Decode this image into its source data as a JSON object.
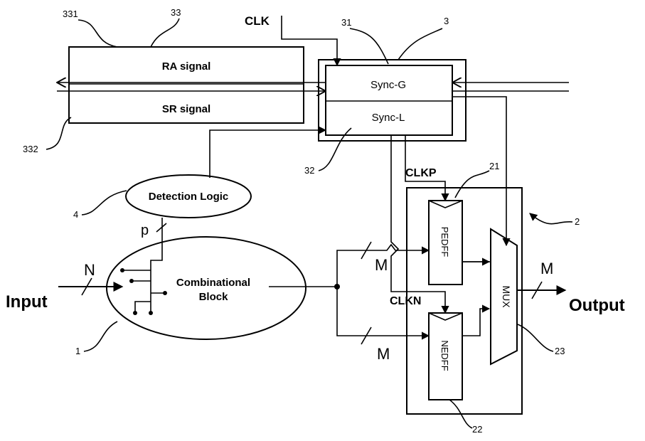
{
  "labels": {
    "clk": "CLK",
    "clkp": "CLKP",
    "clkn": "CLKN",
    "ra_signal": "RA signal",
    "sr_signal": "SR signal",
    "sync_g": "Sync-G",
    "sync_l": "Sync-L",
    "detection_logic": "Detection Logic",
    "combinational_block_1": "Combinational",
    "combinational_block_2": "Block",
    "input": "Input",
    "output": "Output",
    "n": "N",
    "p": "p",
    "m_top": "M",
    "m_bottom": "M",
    "m_out": "M",
    "pedff": "PEDFF",
    "nedff": "NEDFF",
    "mux": "MUX"
  },
  "refs": {
    "r331": "331",
    "r33": "33",
    "r31": "31",
    "r3": "3",
    "r332": "332",
    "r32": "32",
    "r21": "21",
    "r4": "4",
    "r2": "2",
    "r1": "1",
    "r23": "23",
    "r22": "22"
  }
}
